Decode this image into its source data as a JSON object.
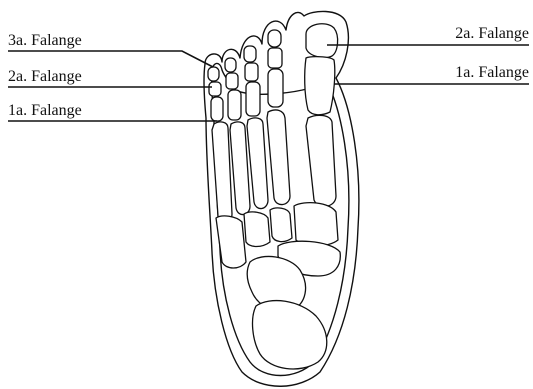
{
  "labels": {
    "left": {
      "third_phalanx": "3a. Falange",
      "second_phalanx": "2a. Falange",
      "first_phalanx": "1a. Falange"
    },
    "right": {
      "second_phalanx": "2a. Falange",
      "first_phalanx": "1a. Falange"
    }
  }
}
